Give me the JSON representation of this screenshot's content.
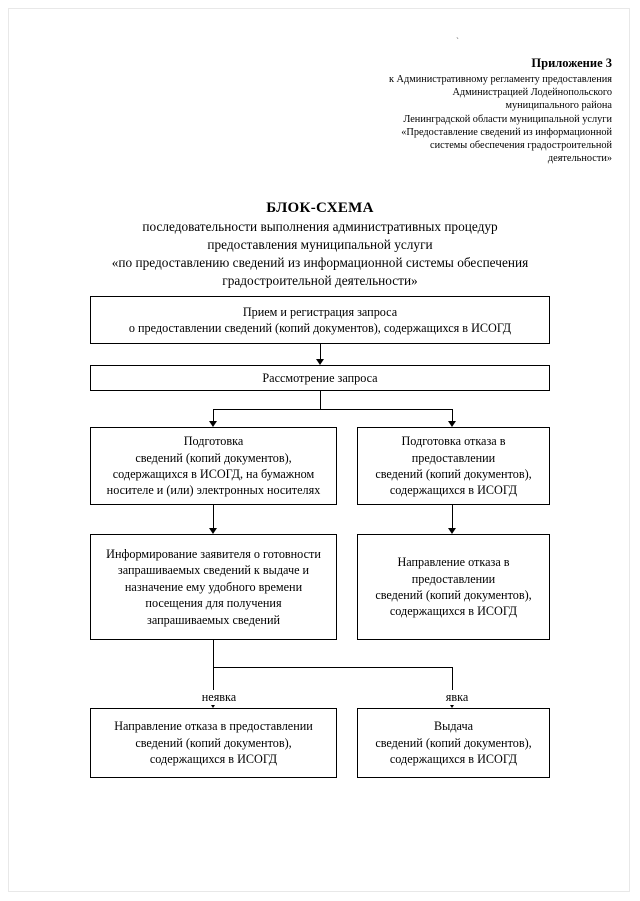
{
  "document": {
    "page_mark": "`",
    "header": {
      "title": "Приложение 3",
      "lines": [
        "к Административному регламенту предоставления",
        "Администрацией Лодейнопольского",
        "муниципального района",
        "Ленинградской области муниципальной услуги",
        "«Предоставление сведений из информационной",
        "системы  обеспечения градостроительной",
        "деятельности»"
      ]
    },
    "titles": {
      "main": "БЛОК-СХЕМА",
      "sub1": "последовательности выполнения административных процедур",
      "sub2": "предоставления муниципальной услуги",
      "quote1": "«по предоставлению сведений из информационной системы обеспечения",
      "quote2": "градостроительной деятельности»"
    }
  },
  "chart_data": {
    "type": "flowchart",
    "title": "БЛОК-СХЕМА последовательности выполнения административных процедур предоставления муниципальной услуги",
    "nodes": [
      {
        "id": "n1",
        "lines": [
          "Прием и регистрация запроса",
          "о предоставлении сведений (копий документов), содержащихся в ИСОГД"
        ]
      },
      {
        "id": "n2",
        "lines": [
          "Рассмотрение запроса"
        ]
      },
      {
        "id": "n3",
        "lines": [
          "Подготовка",
          "сведений (копий документов),",
          "содержащихся в ИСОГД, на бумажном",
          "носителе и (или) электронных носителях"
        ]
      },
      {
        "id": "n4",
        "lines": [
          "Подготовка отказа в предоставлении",
          "сведений (копий документов),",
          "содержащихся в ИСОГД"
        ]
      },
      {
        "id": "n5",
        "lines": [
          "Информирование заявителя о готовности",
          "запрашиваемых сведений к выдаче и",
          "назначение ему удобного времени",
          "посещения для получения",
          "запрашиваемых сведений"
        ]
      },
      {
        "id": "n6",
        "lines": [
          "Направление отказа в предоставлении",
          "сведений (копий документов),",
          "содержащихся в ИСОГД"
        ]
      },
      {
        "id": "n7",
        "lines": [
          "Направление отказа в предоставлении",
          "сведений (копий документов),",
          "содержащихся в ИСОГД"
        ]
      },
      {
        "id": "n8",
        "lines": [
          "Выдача",
          "сведений (копий документов),",
          "содержащихся в ИСОГД"
        ]
      }
    ],
    "edge_labels": [
      {
        "id": "e1",
        "text": "неявка"
      },
      {
        "id": "e2",
        "text": "явка"
      }
    ]
  }
}
